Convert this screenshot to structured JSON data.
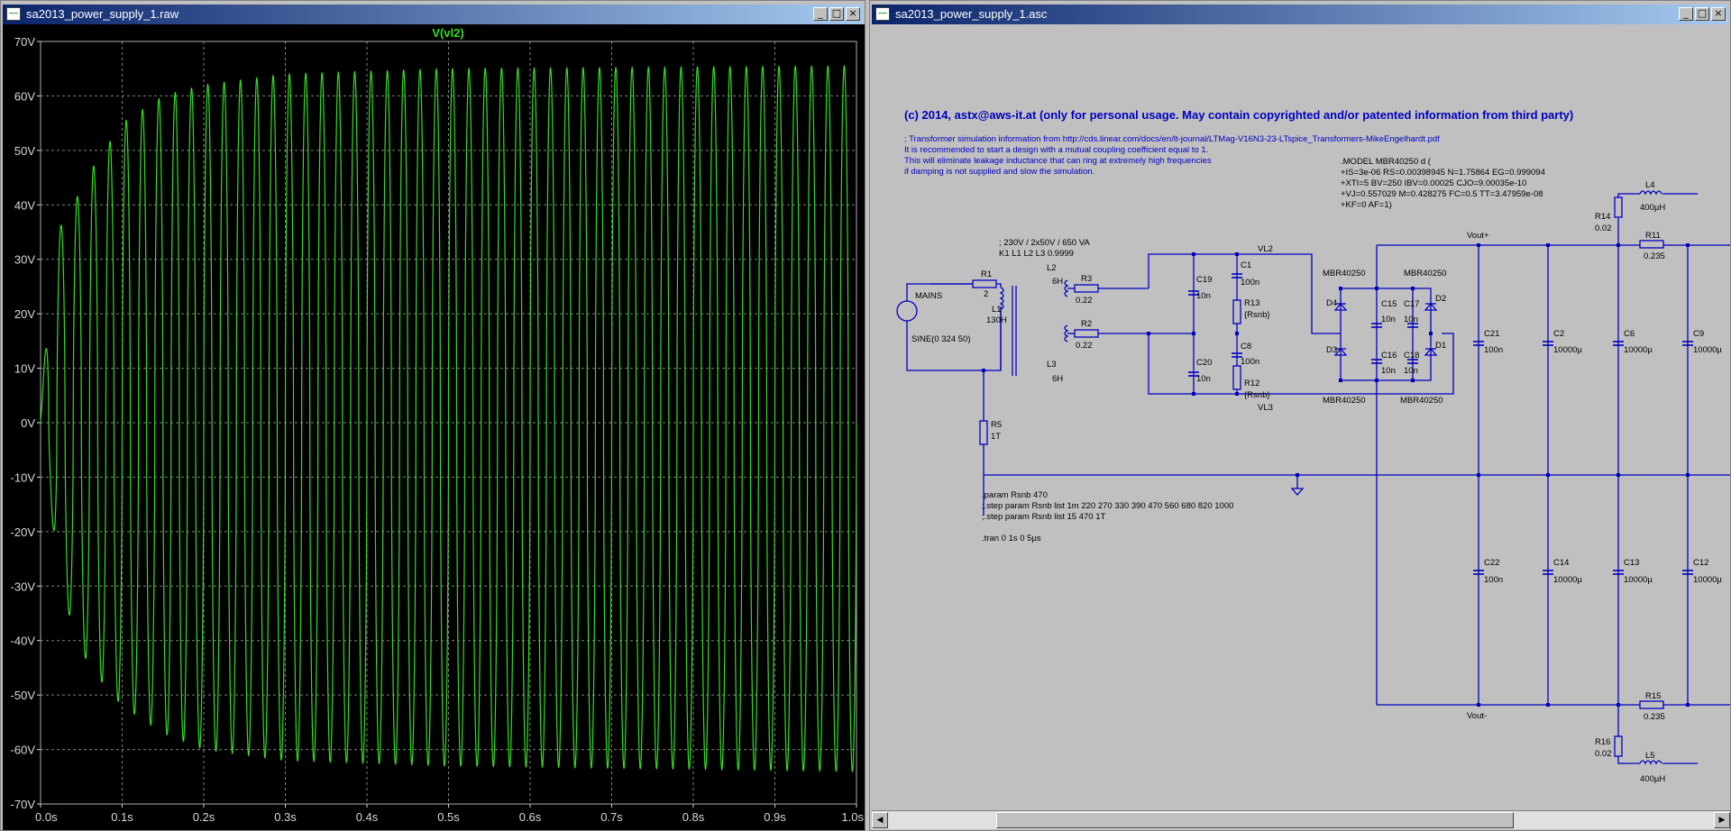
{
  "waveform_window": {
    "title": "sa2013_power_supply_1.raw",
    "trace_label": "V(vl2)",
    "colors": {
      "background": "#000000",
      "trace": "#33dd22",
      "grid": "#808080",
      "axis_text": "#d8d8d8"
    }
  },
  "schematic_window": {
    "title": "sa2013_power_supply_1.asc",
    "colors": {
      "wire": "#0000c0",
      "background": "#c0c0c0",
      "text": "#000000"
    },
    "copyright": "(c) 2014, astx@aws-it.at (only for personal usage. May contain copyrighted and/or patented information from third party)",
    "comments": [
      "; Transformer simulation information from http://cds.linear.com/docs/en/lt-journal/LTMag-V16N3-23-LTspice_Transformers-MikeEngelhardt.pdf",
      "It is recommended to start a design with a mutual coupling coefficient equal to 1.",
      "This will eliminate leakage inductance that can ring at extremely high frequencies",
      "if damping is not supplied and slow the simulation."
    ],
    "model": [
      ".MODEL MBR40250 d (",
      "+IS=3e-06 RS=0.00398945 N=1.75864 EG=0.999094",
      "+XTI=5 BV=250 IBV=0.00025 CJO=9.00035e-10",
      "+VJ=0.557029 M=0.428275 FC=0.5 TT=3.47959e-08",
      "+KF=0 AF=1)"
    ],
    "transformer_note": [
      "; 230V / 2x50V / 650 VA",
      "K1 L1 L2  L3 0.9999"
    ],
    "directives": [
      ".param Rsnb 470",
      ";.step param Rsnb list 1m 220 270 330 390 470 560 680 820 1000",
      ";.step param Rsnb list 15 470 1T",
      ".tran 0 1s 0 5µs"
    ],
    "labels": {
      "mains": "MAINS",
      "source": "SINE(0 324 50)",
      "vl2": "VL2",
      "vl3": "VL3",
      "vout_plus": "Vout+",
      "vout_minus": "Vout-",
      "r1": "R1",
      "r1v": "2",
      "r2": "R2",
      "r2v": "0.22",
      "r3": "R3",
      "r3v": "0.22",
      "r5": "R5",
      "r5v": "1T",
      "l1": "L1",
      "l1v": "130H",
      "l2": "L2",
      "l2v": "6H",
      "l3": "L3",
      "l3v": "6H",
      "c19": "C19",
      "c19v": "10n",
      "c20": "C20",
      "c20v": "10n",
      "c1": "C1",
      "c1v": "100n",
      "c8": "C8",
      "c8v": "100n",
      "r13": "R13",
      "r13v": "{Rsnb}",
      "r12": "R12",
      "r12v": "{Rsnb}",
      "d1": "D1",
      "d2": "D2",
      "d3": "D3",
      "d4": "D4",
      "dm_tl": "MBR40250",
      "dm_tr": "MBR40250",
      "dm_bl": "MBR40250",
      "dm_br": "MBR40250",
      "c15": "C15",
      "c15v": "10n",
      "c16": "C16",
      "c16v": "10n",
      "c17": "C17",
      "c17v": "10n",
      "c18": "C18",
      "c18v": "10n",
      "c21": "C21",
      "c21v": "100n",
      "c22": "C22",
      "c22v": "100n",
      "c2": "C2",
      "c2v": "10000µ",
      "c14": "C14",
      "c14v": "10000µ",
      "c6": "C6",
      "c6v": "10000µ",
      "c13": "C13",
      "c13v": "10000µ",
      "c9": "C9",
      "c9v": "10000µ",
      "c12": "C12",
      "c12v": "10000µ",
      "r14": "R14",
      "r14v": "0.02",
      "l4": "L4",
      "l4v": "400µH",
      "r11": "R11",
      "r11v": "0.235",
      "r15": "R15",
      "r15v": "0.235",
      "r16": "R16",
      "r16v": "0.02",
      "l5": "L5",
      "l5v": "400µH"
    }
  },
  "chart_data": {
    "type": "line",
    "title": "V(vl2)",
    "xlabel": "",
    "ylabel": "",
    "xlim": [
      0,
      1
    ],
    "ylim": [
      -70,
      70
    ],
    "x_ticks": [
      "0.0s",
      "0.1s",
      "0.2s",
      "0.3s",
      "0.4s",
      "0.5s",
      "0.6s",
      "0.7s",
      "0.8s",
      "0.9s",
      "1.0s"
    ],
    "y_ticks": [
      "70V",
      "60V",
      "50V",
      "40V",
      "30V",
      "20V",
      "10V",
      "0V",
      "-10V",
      "-20V",
      "-30V",
      "-40V",
      "-50V",
      "-60V",
      "-70V"
    ],
    "grid": true,
    "series": [
      {
        "frequency_hz": 50,
        "envelope": [
          {
            "t": 0.0,
            "pos": 2,
            "neg": -2
          },
          {
            "t": 0.01,
            "pos": 21,
            "neg": -10
          },
          {
            "t": 0.02,
            "pos": 35,
            "neg": -27
          },
          {
            "t": 0.04,
            "pos": 40,
            "neg": -38
          },
          {
            "t": 0.06,
            "pos": 46,
            "neg": -45
          },
          {
            "t": 0.1,
            "pos": 55,
            "neg": -52
          },
          {
            "t": 0.15,
            "pos": 60,
            "neg": -57
          },
          {
            "t": 0.2,
            "pos": 62,
            "neg": -60
          },
          {
            "t": 0.3,
            "pos": 64,
            "neg": -62
          },
          {
            "t": 0.5,
            "pos": 65,
            "neg": -63
          },
          {
            "t": 1.0,
            "pos": 65.5,
            "neg": -64
          }
        ]
      }
    ]
  }
}
